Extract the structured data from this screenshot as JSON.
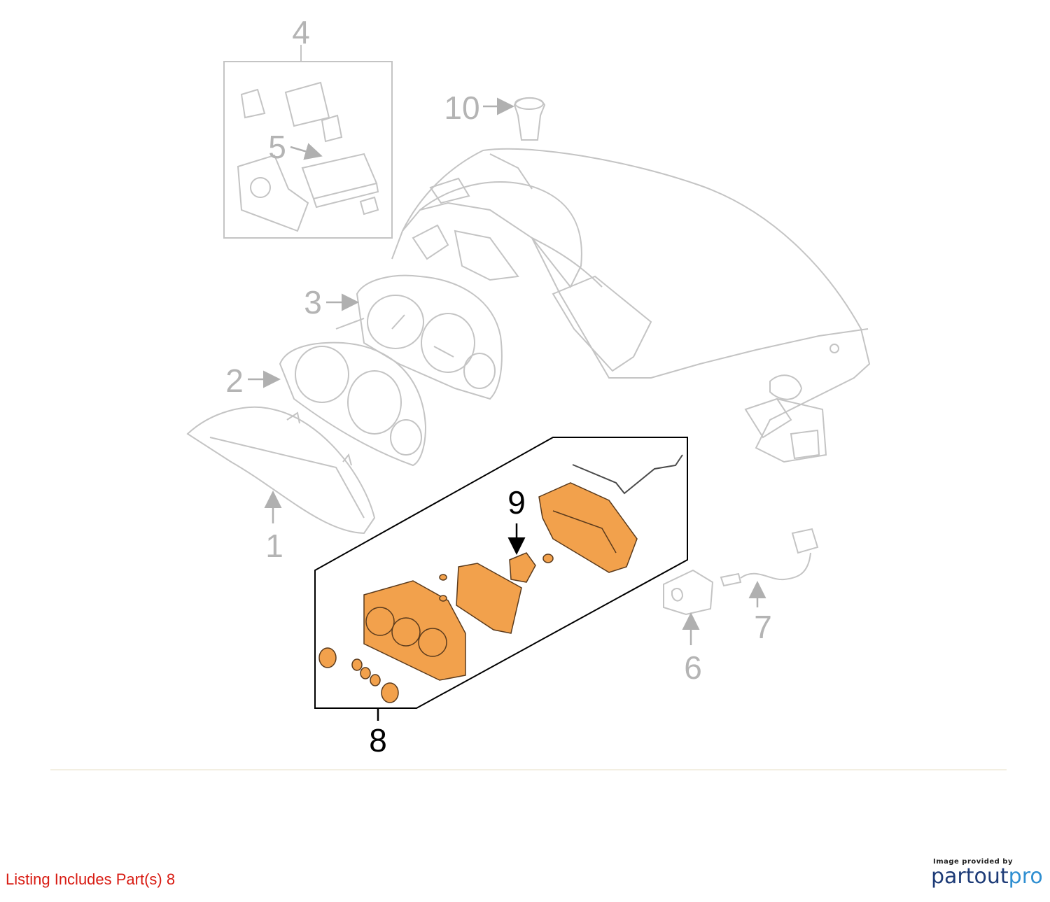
{
  "callouts": {
    "c1": "1",
    "c2": "2",
    "c3": "3",
    "c4": "4",
    "c5": "5",
    "c6": "6",
    "c7": "7",
    "c8": "8",
    "c9": "9",
    "c10": "10"
  },
  "caption": "Listing Includes Part(s) 8",
  "brand": {
    "provided_by": "Image provided by",
    "name_part1": "partout",
    "name_part2": "pro",
    "color_primary": "#1d3b77",
    "color_secondary": "#2f8fd1"
  },
  "colors": {
    "line_gray": "#c4c4c4",
    "text_gray": "#b4b4b4",
    "highlight_fill": "#f2a14c",
    "highlight_stroke": "#5a3a1c",
    "caption_red": "#d81b12"
  }
}
